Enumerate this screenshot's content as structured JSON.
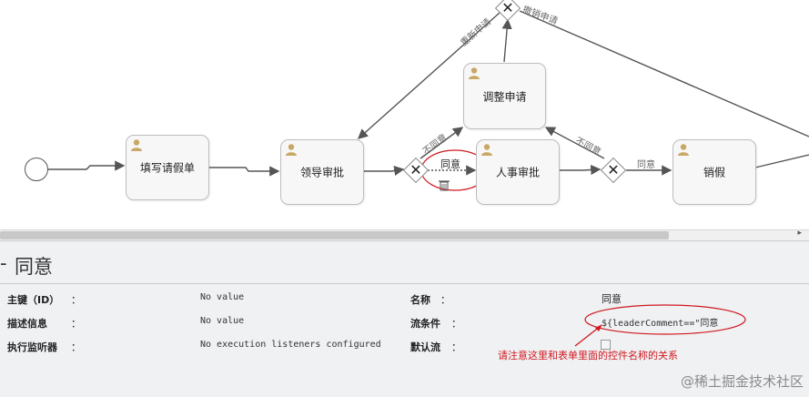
{
  "diagram": {
    "tasks": [
      {
        "id": "fill",
        "label": "填写请假单"
      },
      {
        "id": "leader",
        "label": "领导审批"
      },
      {
        "id": "adjust",
        "label": "调整申请"
      },
      {
        "id": "hr",
        "label": "人事审批"
      },
      {
        "id": "cancel",
        "label": "销假"
      }
    ],
    "flow_labels": {
      "reapply": "重新申请",
      "abort": "撤销申请",
      "disagree1": "不同意",
      "agree1": "同意",
      "disagree2": "不同意",
      "agree2": "同意"
    },
    "selected_flow": "同意",
    "delete_icon": "trash-icon",
    "user_icon": "user-icon"
  },
  "properties": {
    "title": "同意",
    "title_prefix": "-",
    "rows_left": [
      {
        "label": "主键（ID）",
        "colon": "：",
        "value": "No value"
      },
      {
        "label": "描述信息",
        "colon": "：",
        "value": "No value"
      },
      {
        "label": "执行监听器",
        "colon": "：",
        "value": "No execution listeners configured"
      }
    ],
    "rows_right": [
      {
        "label": "名称",
        "colon": "：",
        "value": "同意"
      },
      {
        "label": "流条件",
        "colon": "：",
        "value": "${leaderComment==\"同意"
      },
      {
        "label": "默认流",
        "colon": "：",
        "value": ""
      }
    ]
  },
  "annotation": {
    "text": "请注意这里和表单里面的控件名称的关系",
    "color": "#d0181f"
  },
  "watermark": "@稀土掘金技术社区",
  "scrollbar_arrow": "▸"
}
